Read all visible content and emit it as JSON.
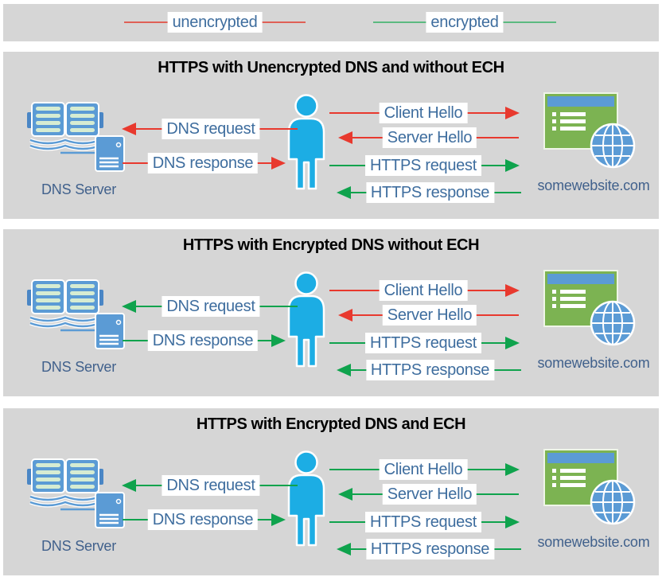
{
  "colors": {
    "page_bg": "#ffffff",
    "panel_bg": "#d6d6d6",
    "title_text": "#000000",
    "label_text": "#3e6d9e",
    "caption_text": "#41618c",
    "icon_blue": "#5b9bd5",
    "person_blue": "#1cade4",
    "site_green": "#7cb352",
    "unencrypted_red": "#e8392e",
    "encrypted_green": "#0fa34d"
  },
  "legend": {
    "items": [
      {
        "label": "unencrypted",
        "color": "#df6056"
      },
      {
        "label": "encrypted",
        "color": "#5cba80"
      }
    ]
  },
  "icons": {
    "dns_server": "open-book-and-server-icon",
    "user": "person-icon",
    "website": "browser-window-and-globe-icon"
  },
  "panels": [
    {
      "title": "HTTPS with Unencrypted DNS and without ECH",
      "dns_server_label": "DNS Server",
      "website_label": "somewebsite.com",
      "arrows": [
        {
          "label": "DNS request",
          "direction": "left",
          "encryption": "unencrypted",
          "color": "#e8392e"
        },
        {
          "label": "DNS response",
          "direction": "right",
          "encryption": "unencrypted",
          "color": "#e8392e"
        },
        {
          "label": "Client Hello",
          "direction": "right",
          "encryption": "unencrypted",
          "color": "#e8392e"
        },
        {
          "label": "Server Hello",
          "direction": "left",
          "encryption": "unencrypted",
          "color": "#e8392e"
        },
        {
          "label": "HTTPS request",
          "direction": "right",
          "encryption": "encrypted",
          "color": "#0fa34d"
        },
        {
          "label": "HTTPS response",
          "direction": "left",
          "encryption": "encrypted",
          "color": "#0fa34d"
        }
      ]
    },
    {
      "title": "HTTPS with Encrypted DNS without ECH",
      "dns_server_label": "DNS Server",
      "website_label": "somewebsite.com",
      "arrows": [
        {
          "label": "DNS request",
          "direction": "left",
          "encryption": "encrypted",
          "color": "#0fa34d"
        },
        {
          "label": "DNS response",
          "direction": "right",
          "encryption": "encrypted",
          "color": "#0fa34d"
        },
        {
          "label": "Client Hello",
          "direction": "right",
          "encryption": "unencrypted",
          "color": "#e8392e"
        },
        {
          "label": "Server Hello",
          "direction": "left",
          "encryption": "unencrypted",
          "color": "#e8392e"
        },
        {
          "label": "HTTPS request",
          "direction": "right",
          "encryption": "encrypted",
          "color": "#0fa34d"
        },
        {
          "label": "HTTPS response",
          "direction": "left",
          "encryption": "encrypted",
          "color": "#0fa34d"
        }
      ]
    },
    {
      "title": "HTTPS with Encrypted DNS and ECH",
      "dns_server_label": "DNS Server",
      "website_label": "somewebsite.com",
      "arrows": [
        {
          "label": "DNS request",
          "direction": "left",
          "encryption": "encrypted",
          "color": "#0fa34d"
        },
        {
          "label": "DNS response",
          "direction": "right",
          "encryption": "encrypted",
          "color": "#0fa34d"
        },
        {
          "label": "Client Hello",
          "direction": "right",
          "encryption": "encrypted",
          "color": "#0fa34d"
        },
        {
          "label": "Server Hello",
          "direction": "left",
          "encryption": "encrypted",
          "color": "#0fa34d"
        },
        {
          "label": "HTTPS request",
          "direction": "right",
          "encryption": "encrypted",
          "color": "#0fa34d"
        },
        {
          "label": "HTTPS response",
          "direction": "left",
          "encryption": "encrypted",
          "color": "#0fa34d"
        }
      ]
    }
  ]
}
